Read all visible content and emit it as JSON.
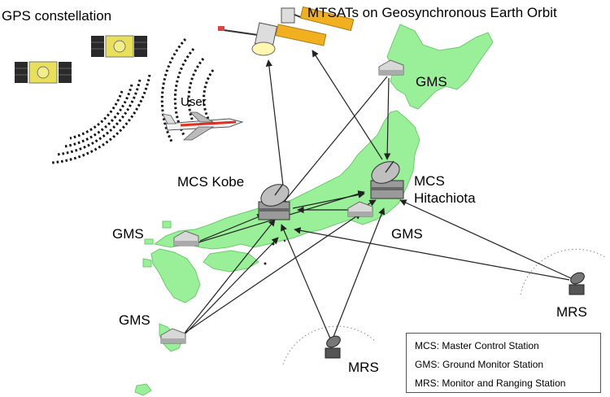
{
  "title": "MTSATs on Geosynchronous Earth Orbit",
  "gps_label": "GPS constellation",
  "user_label": "User",
  "stations": {
    "mcs_kobe": "MCS Kobe",
    "mcs_hitachiota_line1": "MCS",
    "mcs_hitachiota_line2": "Hitachiota",
    "gms_north": "GMS",
    "gms_west": "GMS",
    "gms_central": "GMS",
    "gms_south": "GMS",
    "mrs_south": "MRS",
    "mrs_east": "MRS"
  },
  "legend": [
    "MCS: Master Control Station",
    "GMS: Ground Monitor Station",
    "MRS: Monitor and Ranging Station"
  ],
  "colors": {
    "land": "#99f099",
    "satellite_panel": "#f0b020",
    "gps_panel": "#2a2a2a",
    "gps_body": "#e8e05a",
    "aircraft_stripe": "#e03020",
    "link_line": "#222222"
  }
}
